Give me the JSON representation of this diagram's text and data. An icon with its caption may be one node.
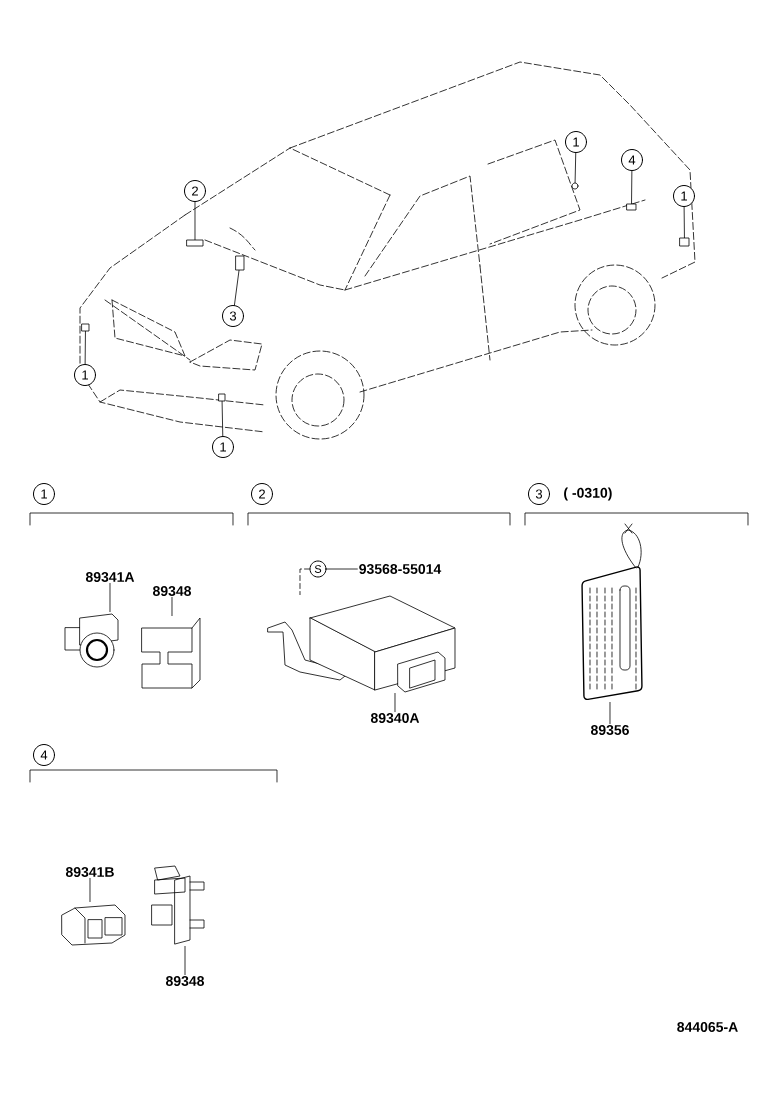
{
  "diagram": {
    "nodes": [
      {
        "text": [
          "2"
        ]
      },
      {
        "text": [
          "3"
        ]
      },
      {
        "text": [
          "1"
        ]
      },
      {
        "text": [
          "1"
        ]
      },
      {
        "text": [
          "1"
        ]
      },
      {
        "text": [
          "4"
        ]
      },
      {
        "text": [
          "1"
        ]
      },
      {
        "text": [
          "1"
        ]
      },
      {
        "text": [
          "2"
        ]
      },
      {
        "text": [
          "3"
        ],
        "beside": [
          "(      -0310)"
        ]
      },
      {
        "text": [
          "4"
        ]
      },
      {
        "text": [
          "89341A"
        ]
      },
      {
        "text": [],
        "shape": "picture"
      },
      {
        "text": [
          "89348"
        ]
      },
      {
        "text": [],
        "shape": "picture"
      },
      {
        "text": [
          "S"
        ]
      },
      {
        "text": [
          "93568-55014"
        ]
      },
      {
        "text": [],
        "shape": "picture"
      },
      {
        "text": [
          "89340A"
        ]
      },
      {
        "text": [],
        "shape": "picture"
      },
      {
        "text": [
          "89356"
        ]
      },
      {
        "text": [
          "89341B"
        ]
      },
      {
        "text": [],
        "shape": "picture"
      },
      {
        "text": [],
        "shape": "picture"
      },
      {
        "text": [
          "89348"
        ]
      },
      {
        "text": [],
        "shape": "box"
      },
      {
        "text": [],
        "shape": "box"
      },
      {
        "text": [],
        "shape": "box"
      },
      {
        "text": [],
        "shape": "box"
      },
      {
        "text": [],
        "shape": "circle"
      },
      {
        "text": [],
        "shape": "box"
      },
      {
        "text": [],
        "shape": "box"
      }
    ],
    "edges": [
      {
        "from": 0,
        "to": 25,
        "arrow": "none"
      },
      {
        "from": 1,
        "to": 26,
        "arrow": "none"
      },
      {
        "from": 2,
        "to": 27,
        "arrow": "none"
      },
      {
        "from": 3,
        "to": 28,
        "arrow": "none"
      },
      {
        "from": 4,
        "to": 29,
        "arrow": "none"
      },
      {
        "from": 5,
        "to": 30,
        "arrow": "none"
      },
      {
        "from": 6,
        "to": 31,
        "arrow": "none"
      },
      {
        "from": 11,
        "to": 12,
        "arrow": "none"
      },
      {
        "from": 13,
        "to": 14,
        "arrow": "none"
      },
      {
        "from": 16,
        "to": 15,
        "arrow": "none"
      },
      {
        "from": 15,
        "to": 17,
        "arrow": "none",
        "style": "dashed"
      },
      {
        "from": 18,
        "to": 17,
        "arrow": "none"
      },
      {
        "from": 20,
        "to": 19,
        "arrow": "none"
      },
      {
        "from": 21,
        "to": 22,
        "arrow": "none"
      },
      {
        "from": 24,
        "to": 23,
        "arrow": "none"
      }
    ],
    "labels": [
      "844065-A"
    ]
  }
}
